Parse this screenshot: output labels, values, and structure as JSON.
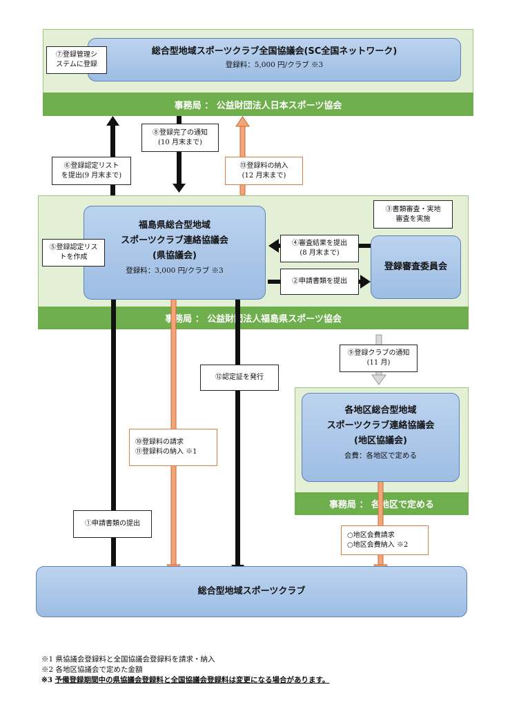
{
  "national": {
    "title": "総合型地域スポーツクラブ全国協議会(SC全国ネットワーク)",
    "fee": "登録料：5,000 円/クラブ ※3",
    "office": "事務局 ： 公益財団法人日本スポーツ協会"
  },
  "prefectural": {
    "title_line1": "福島県総合型地域",
    "title_line2": "スポーツクラブ連絡協議会",
    "title_line3": "(県協議会)",
    "fee": "登録料：3,000 円/クラブ ※3",
    "office": "事務局 ： 公益財団法人福島県スポーツ協会"
  },
  "committee": {
    "title": "登録審査委員会"
  },
  "district": {
    "title_line1": "各地区総合型地域",
    "title_line2": "スポーツクラブ連絡協議会",
    "title_line3": "(地区協議会)",
    "fee": "会費：各地区で定める",
    "office": "事務局 ： 各地区で定める"
  },
  "club": {
    "title": "総合型地域スポーツクラブ"
  },
  "steps": {
    "s7_l1": "⑦登録管理シ",
    "s7_l2": "ステムに登録",
    "s8_l1": "⑧登録完了の通知",
    "s8_l2": "(10 月末まで)",
    "s6_l1": "⑥登録認定リスト",
    "s6_l2": "を提出(9 月末まで)",
    "s13_l1": "⑬登録料の納入",
    "s13_l2": "(12 月末まで)",
    "s3_l1": "③書類審査・実地",
    "s3_l2": "審査を実施",
    "s5_l1": "⑤登録認定リス",
    "s5_l2": "トを作成",
    "s4_l1": "④審査結果を提出",
    "s4_l2": "(8 月末まで)",
    "s2": "②申請書類を提出",
    "s9_l1": "⑨登録クラブの通知",
    "s9_l2": "(11 月)",
    "s12": "⑫認定証を発行",
    "s10": "⑩登録料の請求",
    "s11": "⑪登録料の納入 ※1",
    "s1": "①申請書類の提出",
    "d1": "○地区会費請求",
    "d2": "○地区会費納入 ※2"
  },
  "footnotes": {
    "n1": "※1 県協議会登録料と全国協議会登録料を請求・納入",
    "n2": "※2 各地区協議会で定めた金額",
    "n3_mark": "※3",
    "n3_text": "予備登録期間中の県協議会登録料と全国協議会登録料は変更になる場合があります。"
  },
  "colors": {
    "panel": "#e3f0d5",
    "bar": "#6fae4c",
    "box": "#a9c6e8",
    "orange": "#f2a57a",
    "gray": "#c8c8c8"
  }
}
